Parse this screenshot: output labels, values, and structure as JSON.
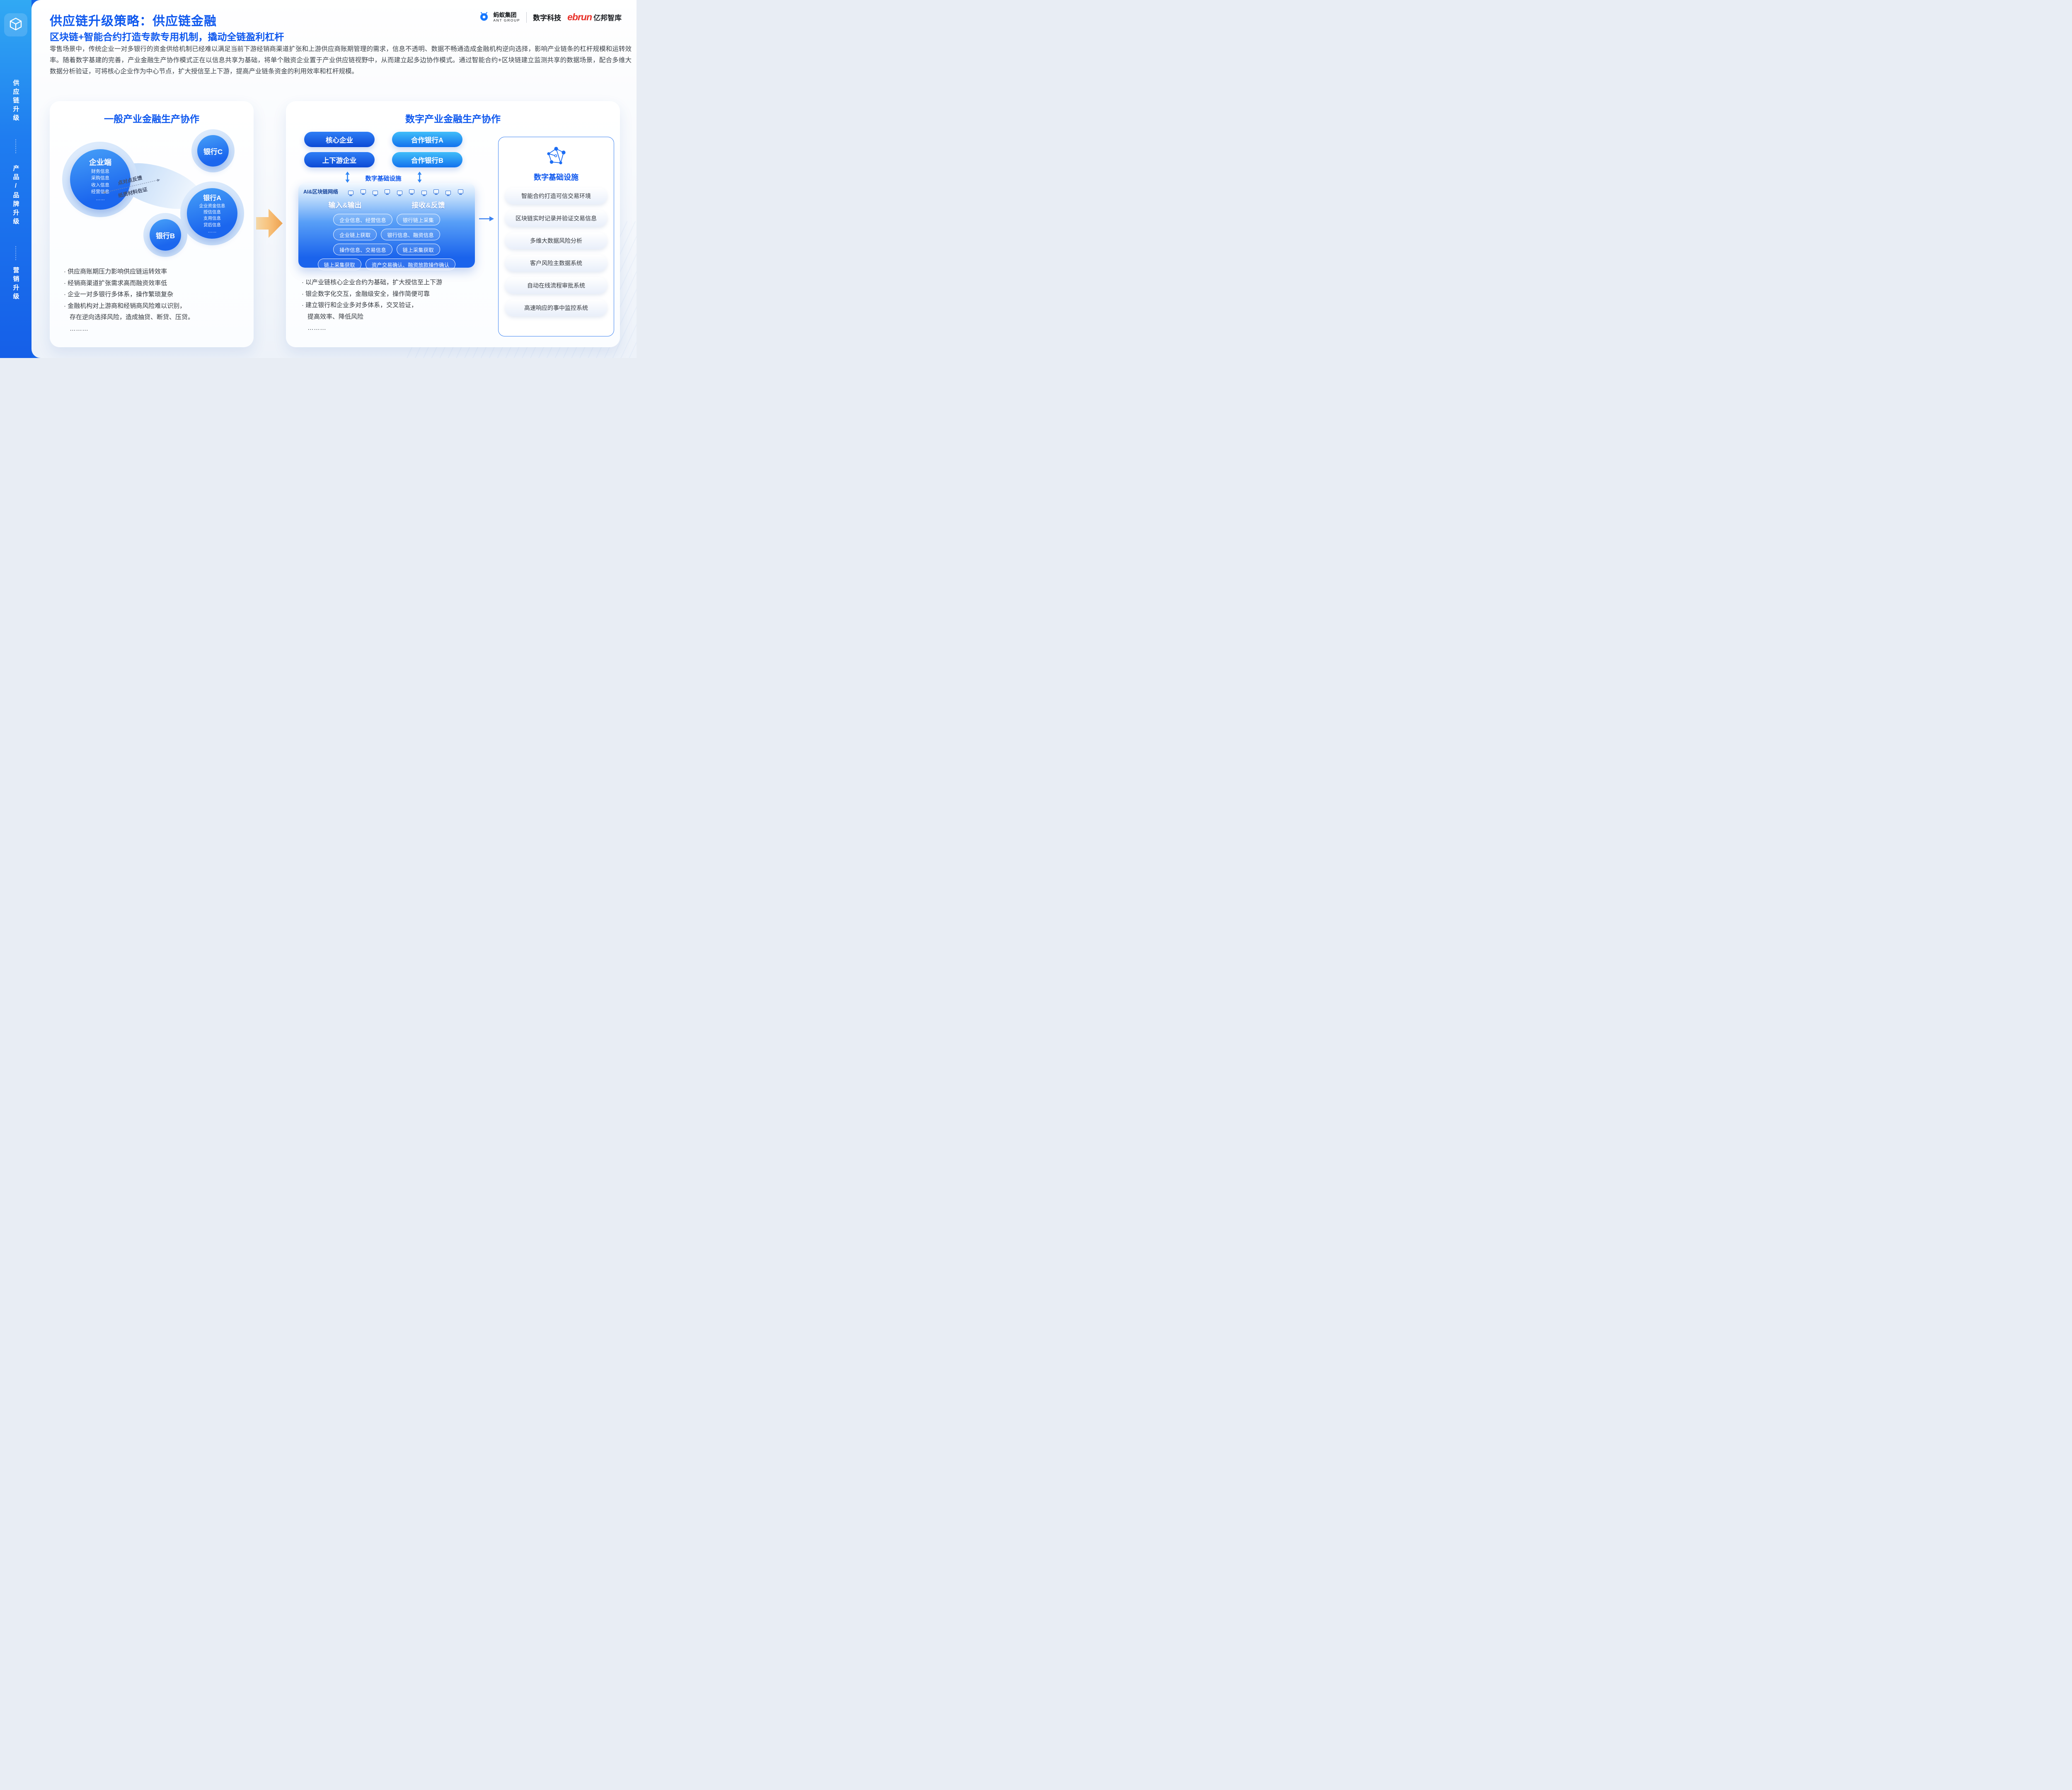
{
  "colors": {
    "primary_blue": "#0d57ee",
    "sidebar_gradient_top": "#31a9f3",
    "sidebar_gradient_bottom": "#155fe8",
    "pill_core_blue": "#0c4ad6",
    "pill_bank_blue": "#1272ee",
    "accent_orange": "#f2a44e",
    "ebrun_red": "#e8312a"
  },
  "icons": {
    "sidebar_logo": "cube-wireframe",
    "ant_logo": "ant-head",
    "infra_icon": "network-nodes",
    "mid_arrows": "double-vertical-arrow",
    "flow_arrow": "right-arrow",
    "transform_arrow": "big-orange-right-arrow",
    "device_icon": "monitor"
  },
  "sidebar": {
    "items": [
      "供应链升级",
      "产品/品牌升级",
      "营销升级"
    ]
  },
  "header": {
    "title": "供应链升级策略：供应链金融",
    "subtitle": "区块链+智能合约打造专款专用机制，撬动全链盈利杠杆",
    "body": "零售场景中，传统企业一对多银行的资金供给机制已经难以满足当前下游经销商渠道扩张和上游供应商账期管理的需求，信息不透明、数据不畅通造成金融机构逆向选择，影响产业链条的杠杆规模和运转效率。随着数字基建的完善，产业金融生产协作模式正在以信息共享为基础，将单个融资企业置于产业供应链视野中，从而建立起多边协作模式。通过智能合约+区块链建立监测共享的数据场景，配合多维大数据分析验证，可将核心企业作为中心节点，扩大授信至上下游，提高产业链条资金的利用效率和杠杆规模。"
  },
  "logos": {
    "ant_cn": "蚂蚁集团",
    "ant_en": "ANT GROUP",
    "digital": "数字科技",
    "ebrun_en": "ebrun",
    "ebrun_cn": "亿邦智库"
  },
  "left_panel": {
    "title": "一般产业金融生产协作",
    "enterprise_title": "企业端",
    "enterprise_lines": [
      "财务信息",
      "采购信息",
      "收入信息",
      "经营信息",
      "……"
    ],
    "bank_c": "银行C",
    "bank_a_title": "银行A",
    "bank_a_lines": [
      "企业资金信息",
      "授信信息",
      "支用信息",
      "贷后信息",
      "……"
    ],
    "bank_b": "银行B",
    "link_top": "点对点反馈",
    "link_bottom": "纸质材料佐证",
    "bullets": [
      "· 供应商账期压力影响供应链运转效率",
      "· 经销商渠道扩张需求高而融资效率低",
      "· 企业一对多银行多体系，操作繁琐复杂",
      "· 金融机构对上游商和经销商风险难以识别，",
      "存在逆向选择风险，造成抽贷、断贷、压贷。",
      "………"
    ]
  },
  "right_panel": {
    "title": "数字产业金融生产协作",
    "pills": {
      "core_a": "核心企业",
      "core_b": "上下游企业",
      "bank_a": "合作银行A",
      "bank_b": "合作银行B"
    },
    "mid_label": "数字基础设施",
    "network_label": "AI&区块链网络",
    "col_left_header": "输入&输出",
    "col_right_header": "接收&反馈",
    "rows": [
      [
        "企业信息、经营信息",
        "银行链上采集"
      ],
      [
        "企业链上获取",
        "银行信息、融资信息"
      ],
      [
        "操作信息、交易信息",
        "链上采集获取"
      ],
      [
        "链上采集获取",
        "资产交易确认、融资放款操作确认"
      ]
    ],
    "bullets": [
      "· 以产业链核心企业合约为基础，扩大授信至上下游",
      "· 银企数字化交互，金融级安全，操作简便可靠",
      "· 建立银行和企业多对多体系，交叉验证，",
      "提高效率、降低风险",
      "………"
    ]
  },
  "infra_panel": {
    "title": "数字基础设施",
    "items": [
      "智能合约打造可信交易环境",
      "区块链实时记录并验证交易信息",
      "多维大数据风险分析",
      "客户风险主数据系统",
      "自动在线流程审批系统",
      "高速响应的事中监控系统"
    ]
  }
}
